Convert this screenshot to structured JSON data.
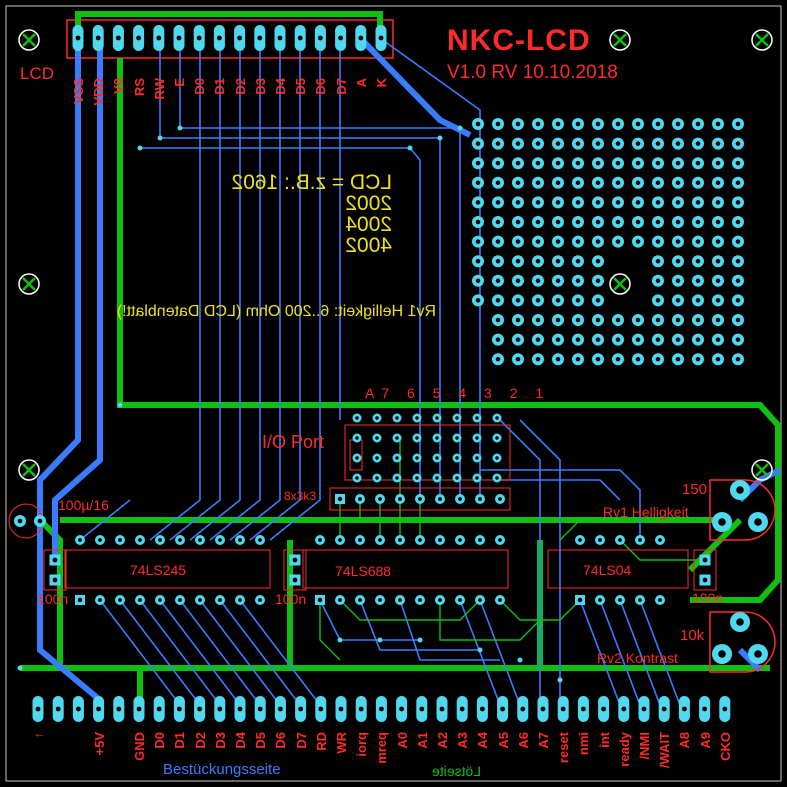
{
  "title": "NKC-LCD",
  "version": "V1.0 RV 10.10.2018",
  "lcd_label": "LCD",
  "lcd_pins": [
    "VSS",
    "VDD",
    "V0",
    "RS",
    "RW",
    "E",
    "D0",
    "D1",
    "D2",
    "D3",
    "D4",
    "D5",
    "D6",
    "D7",
    "A",
    "K"
  ],
  "lcd_types": [
    "LCD = z.B.: 1602",
    "2002",
    "2004",
    "4002"
  ],
  "brightness_note": "Rv1 Helligkeit: 6..200 Ohm (LCD Datenblatt!)",
  "io_port_label": "I/O Port",
  "dip_numbers": "A7 6 5 4 3 2 1",
  "resistor_network": "8x3k3",
  "cap_top": "100µ/16",
  "ics": [
    "74LS245",
    "74LS688",
    "74LS04"
  ],
  "caps": [
    "100n",
    "100n",
    "100n"
  ],
  "pot1": {
    "value": "150",
    "label": "Rv1 Helligkeit"
  },
  "pot2": {
    "value": "10k",
    "label": "Rv2 Kontrast"
  },
  "bus_pins": [
    "↑",
    "",
    "",
    "+5V",
    "",
    "GND",
    "D0",
    "D1",
    "D2",
    "D3",
    "D4",
    "D5",
    "D6",
    "D7",
    "RD",
    "WR",
    "iorq",
    "mreq",
    "A0",
    "A1",
    "A2",
    "A3",
    "A4",
    "A5",
    "A6",
    "A7",
    "reset",
    "nmi",
    "int",
    "ready",
    "/NMI",
    "/WAIT",
    "A8",
    "A9",
    "CKO"
  ],
  "component_side": "Bestückungsseite",
  "solder_side": "Lötseite",
  "colors": {
    "bottom_trace": "#3a7cff",
    "top_trace": "#10c010",
    "pad": "#4fd8ee",
    "silk": "#ff2a2a",
    "text": "#f0e020",
    "outline": "#c0c0c0"
  }
}
